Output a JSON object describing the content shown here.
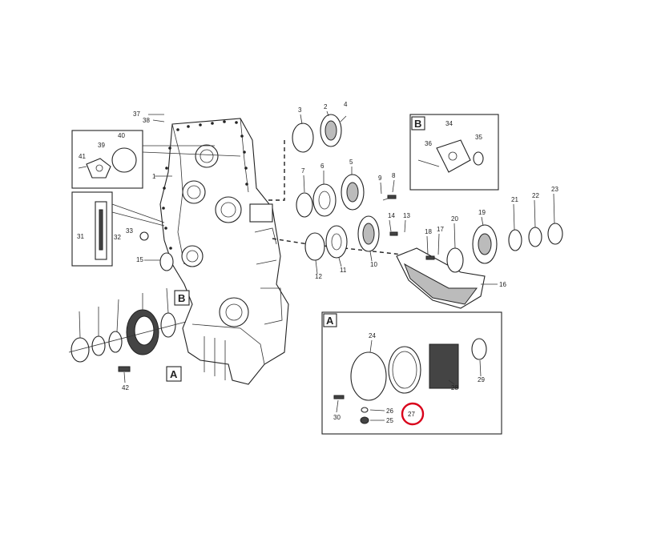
{
  "diagram": {
    "callouts": [
      "1",
      "2",
      "3",
      "4",
      "5",
      "6",
      "7",
      "8",
      "9",
      "10",
      "11",
      "12",
      "13",
      "14",
      "15",
      "16",
      "17",
      "18",
      "19",
      "20",
      "21",
      "22",
      "23",
      "24",
      "25",
      "26",
      "27",
      "28",
      "29",
      "30",
      "31",
      "32",
      "33",
      "34",
      "35",
      "36",
      "37",
      "38",
      "39",
      "40",
      "41",
      "42"
    ],
    "detail_A": {
      "label": "A",
      "callouts": [
        "24",
        "25",
        "26",
        "27",
        "28",
        "29",
        "30"
      ]
    },
    "detail_B": {
      "label": "B",
      "callouts": [
        "34",
        "35",
        "36"
      ]
    },
    "markers": [
      "A",
      "B"
    ],
    "highlight": {
      "callout": "27",
      "color": "#d9001b"
    }
  }
}
